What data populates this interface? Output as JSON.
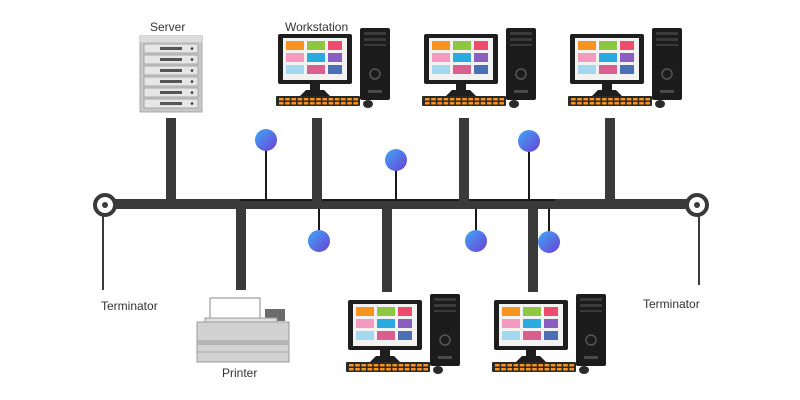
{
  "labels": {
    "server": "Server",
    "workstation": "Workstation",
    "printer": "Printer",
    "terminator_left": "Terminator",
    "terminator_right": "Terminator"
  },
  "colors": {
    "bus": "#3a3a3a",
    "node_gradient_start": "#3fa9f5",
    "node_gradient_end": "#6b3fd6",
    "screen_tiles": [
      "#f7931e",
      "#8dc63f",
      "#ec4c6e",
      "#f49ac1",
      "#29abe2",
      "#8b5fbf",
      "#a5d7f0",
      "#d95f8e",
      "#4a6fb5"
    ],
    "keyboard": "#f7931e"
  },
  "icons": [
    "server-icon",
    "workstation-icon",
    "printer-icon",
    "terminator-icon",
    "node-icon"
  ]
}
